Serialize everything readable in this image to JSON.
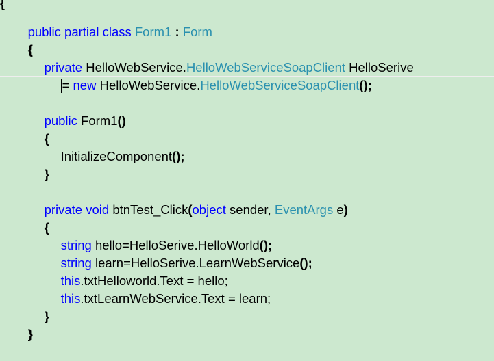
{
  "colors": {
    "background": "#CCE8CF",
    "keyword": "#0000FF",
    "type": "#2B91AF",
    "text": "#000000"
  },
  "tokens": {
    "kw_public": "public",
    "kw_partial": "partial",
    "kw_class": "class",
    "kw_private": "private",
    "kw_new": "new",
    "kw_void": "void",
    "kw_object": "object",
    "kw_string": "string",
    "kw_this": "this",
    "ty_Form1": "Form1",
    "ty_Form": "Form",
    "ty_SoapClient": "HelloWebServiceSoapClient",
    "ty_EventArgs": "EventArgs",
    "colon": ":",
    "open_brace": "{",
    "close_brace": "}",
    "ns_prefix": "HelloWebService.",
    "field_name": "HelloSerive",
    "equals": "=",
    "call_parens": "();",
    "ctor_name": "Form1",
    "parens": "()",
    "init_call": "InitializeComponent",
    "method_name": "btnTest_Click",
    "open_paren": "(",
    "param_sender": "sender,",
    "param_e": "e",
    "close_paren": ")",
    "hello_assign": "hello=HelloSerive.HelloWorld",
    "learn_assign": "learn=HelloSerive.LearnWebService",
    "txt_hello": ".txtHelloworld.Text = hello;",
    "txt_learn": ".txtLearnWebService.Text = learn;",
    "corner": "{"
  }
}
